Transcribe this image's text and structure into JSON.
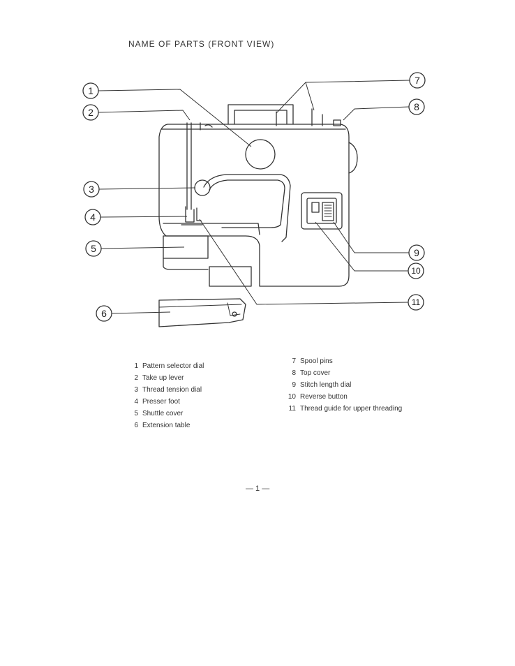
{
  "title": "NAME OF PARTS (FRONT VIEW)",
  "callouts": [
    "1",
    "2",
    "3",
    "4",
    "5",
    "6",
    "7",
    "8",
    "9",
    "10",
    "11"
  ],
  "parts_left": [
    {
      "num": "1",
      "label": "Pattern selector dial"
    },
    {
      "num": "2",
      "label": "Take up lever"
    },
    {
      "num": "3",
      "label": "Thread tension dial"
    },
    {
      "num": "4",
      "label": "Presser foot"
    },
    {
      "num": "5",
      "label": "Shuttle cover"
    },
    {
      "num": "6",
      "label": "Extension table"
    }
  ],
  "parts_right": [
    {
      "num": "7",
      "label": "Spool pins"
    },
    {
      "num": "8",
      "label": "Top cover"
    },
    {
      "num": "9",
      "label": "Stitch length dial"
    },
    {
      "num": "10",
      "label": "Reverse button"
    },
    {
      "num": "11",
      "label": "Thread guide for upper threading"
    }
  ],
  "page_number": "— 1 —"
}
